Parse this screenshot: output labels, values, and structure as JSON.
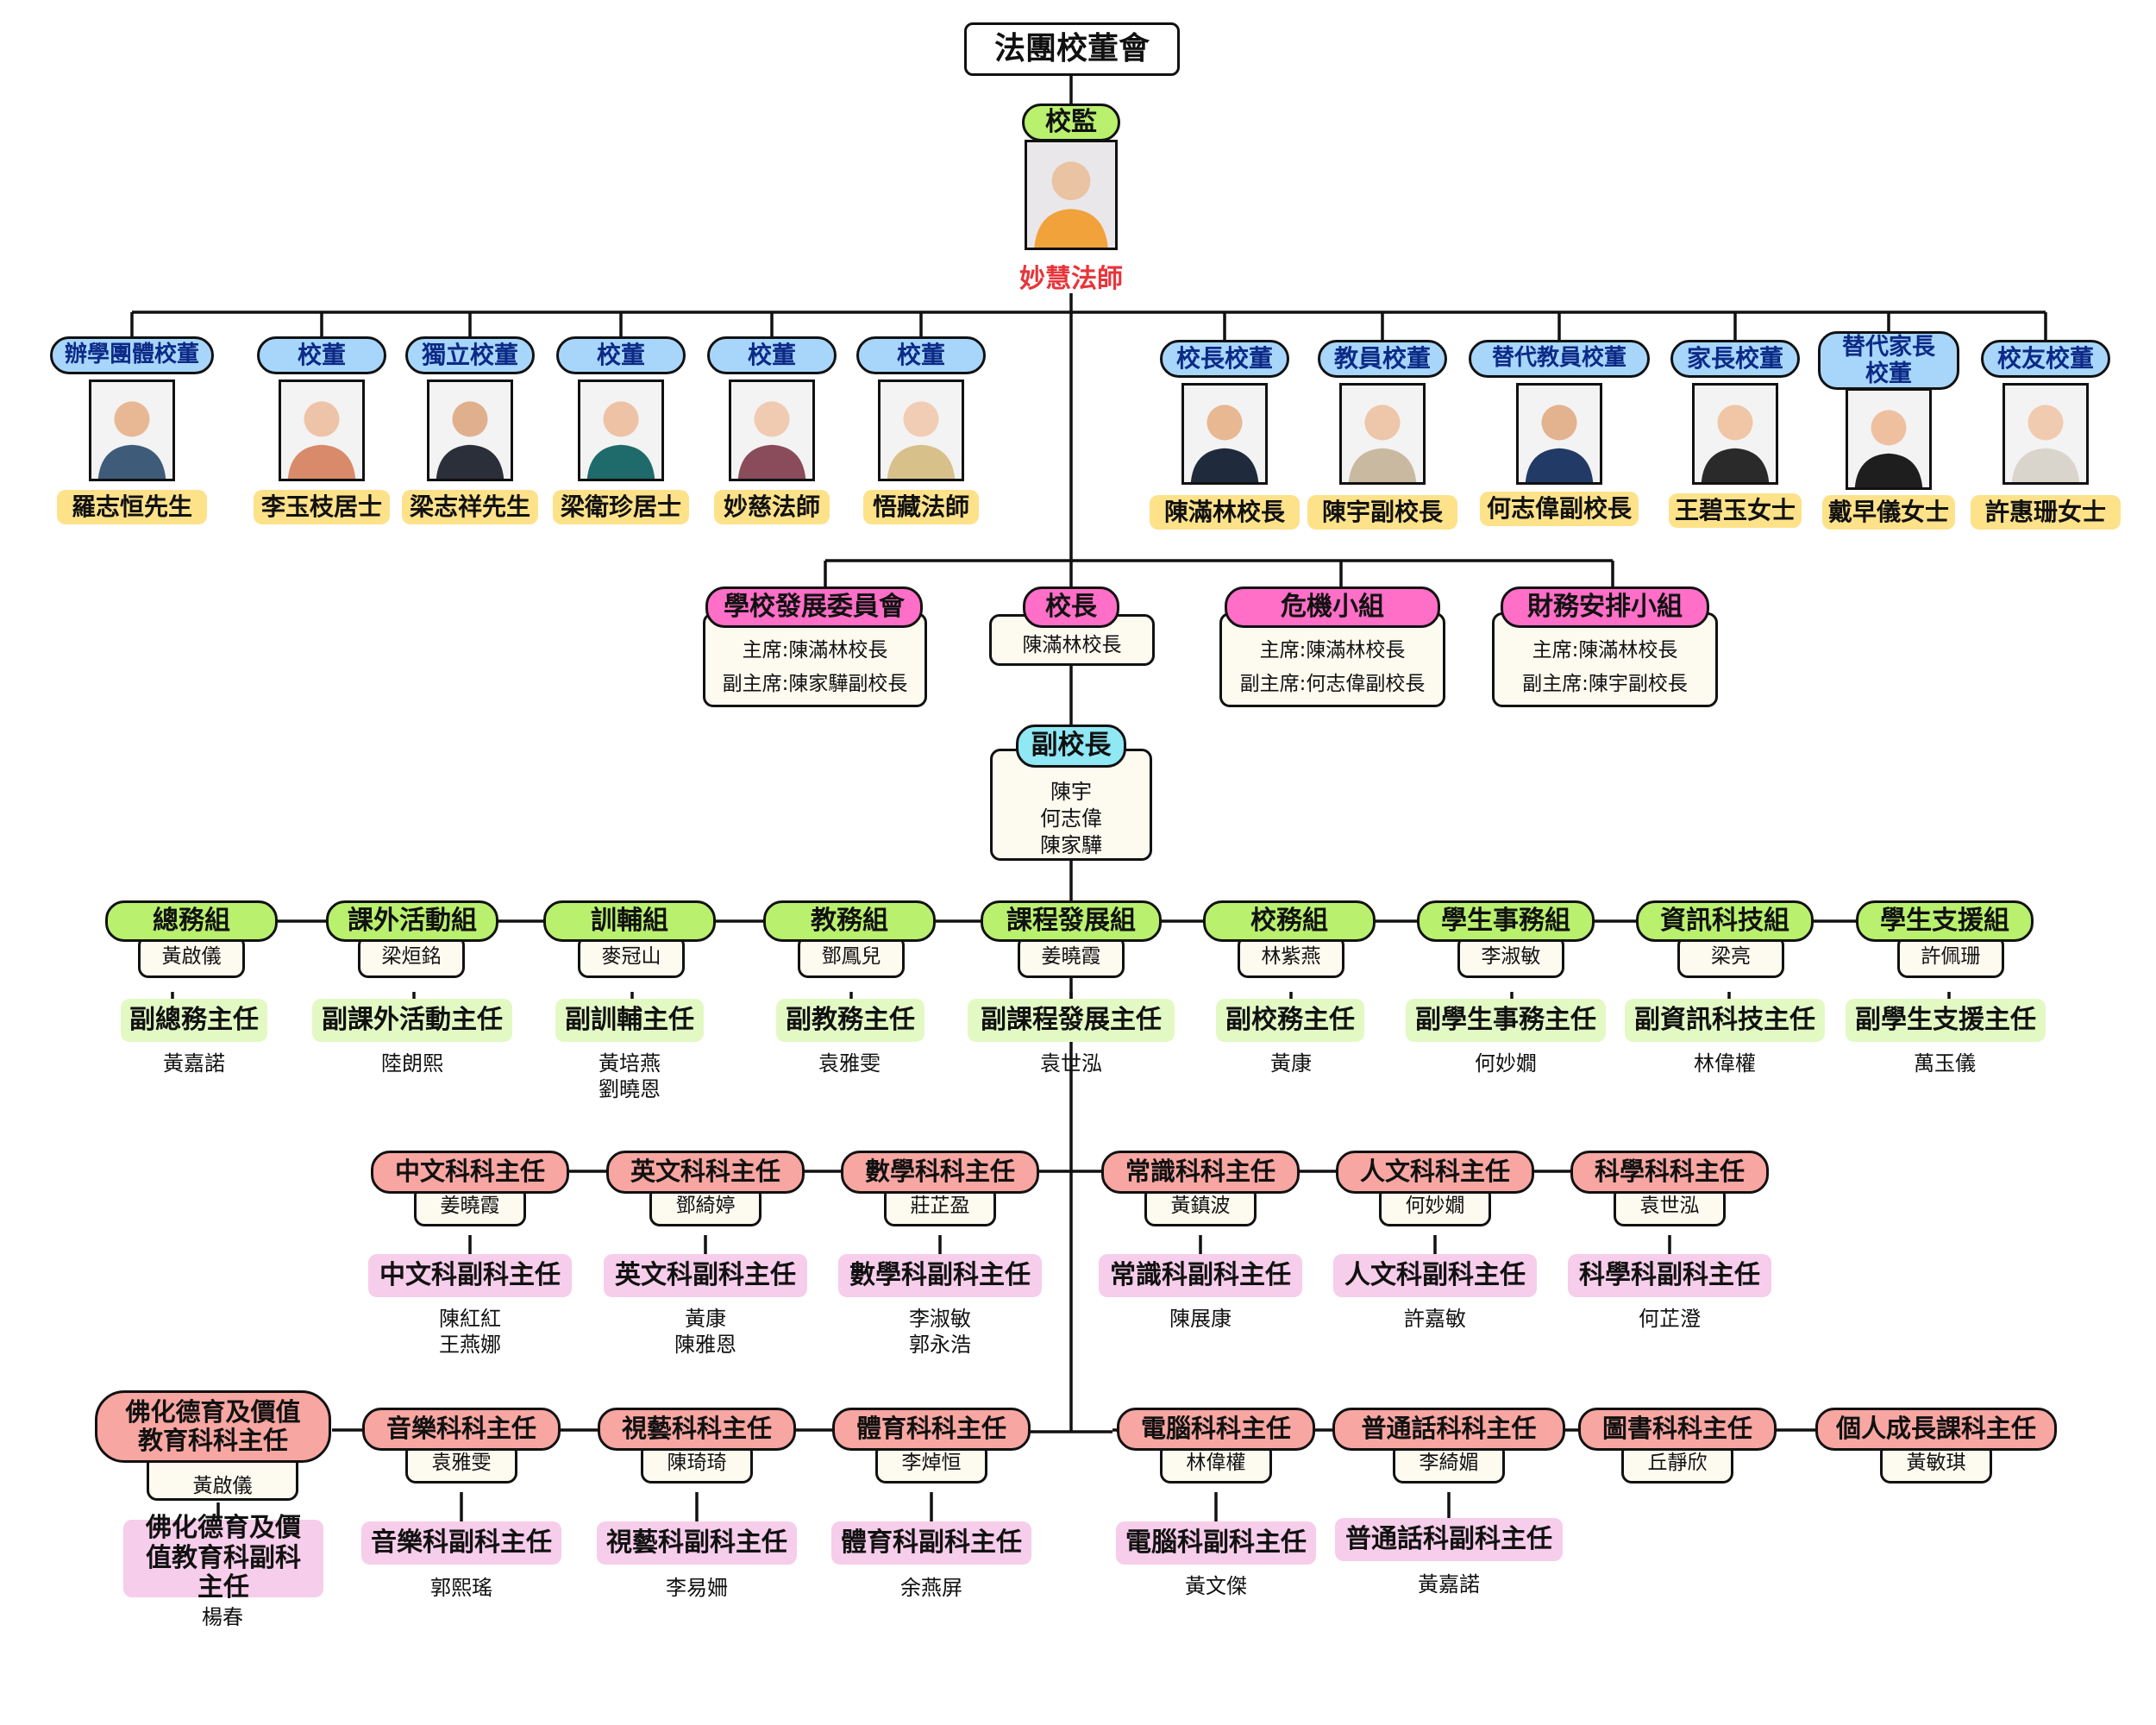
{
  "title": "法團校董會",
  "supervisor": {
    "role": "校監",
    "name": "妙慧法師"
  },
  "directors": [
    {
      "role": "辦學團體校董",
      "name": "羅志恒先生"
    },
    {
      "role": "校董",
      "name": "李玉枝居士"
    },
    {
      "role": "獨立校董",
      "name": "梁志祥先生"
    },
    {
      "role": "校董",
      "name": "梁衛珍居士"
    },
    {
      "role": "校董",
      "name": "妙慈法師"
    },
    {
      "role": "校董",
      "name": "悟藏法師"
    },
    {
      "role": "校長校董",
      "name": "陳滿林校長"
    },
    {
      "role": "教員校董",
      "name": "陳宇副校長"
    },
    {
      "role": "替代教員校董",
      "name": "何志偉副校長"
    },
    {
      "role": "家長校董",
      "name": "王碧玉女士"
    },
    {
      "role": "替代家長校董",
      "name": "戴早儀女士"
    },
    {
      "role": "校友校董",
      "name": "許惠珊女士"
    }
  ],
  "committees": [
    {
      "title": "學校發展委員會",
      "lines": [
        "主席:陳滿林校長",
        "副主席:陳家驊副校長"
      ]
    },
    {
      "title": "校長",
      "lines": [
        "陳滿林校長"
      ]
    },
    {
      "title": "危機小組",
      "lines": [
        "主席:陳滿林校長",
        "副主席:何志偉副校長"
      ]
    },
    {
      "title": "財務安排小組",
      "lines": [
        "主席:陳滿林校長",
        "副主席:陳宇副校長"
      ]
    }
  ],
  "vice_principal": {
    "title": "副校長",
    "names": [
      "陳宇",
      "何志偉",
      "陳家驊"
    ]
  },
  "departments": [
    {
      "name": "總務組",
      "head": "黃啟儀",
      "deputy_title": "副總務主任",
      "deputies": [
        "黃嘉諾"
      ]
    },
    {
      "name": "課外活動組",
      "head": "梁烜銘",
      "deputy_title": "副課外活動主任",
      "deputies": [
        "陸朗熙"
      ]
    },
    {
      "name": "訓輔組",
      "head": "麥冠山",
      "deputy_title": "副訓輔主任",
      "deputies": [
        "黃培燕",
        "劉曉恩"
      ]
    },
    {
      "name": "教務組",
      "head": "鄧鳳兒",
      "deputy_title": "副教務主任",
      "deputies": [
        "袁雅雯"
      ]
    },
    {
      "name": "課程發展組",
      "head": "姜曉霞",
      "deputy_title": "副課程發展主任",
      "deputies": [
        "袁世泓"
      ]
    },
    {
      "name": "校務組",
      "head": "林紫燕",
      "deputy_title": "副校務主任",
      "deputies": [
        "黃康"
      ]
    },
    {
      "name": "學生事務組",
      "head": "李淑敏",
      "deputy_title": "副學生事務主任",
      "deputies": [
        "何妙嫺"
      ]
    },
    {
      "name": "資訊科技組",
      "head": "梁亮",
      "deputy_title": "副資訊科技主任",
      "deputies": [
        "林偉權"
      ]
    },
    {
      "name": "學生支援組",
      "head": "許佩珊",
      "deputy_title": "副學生支援主任",
      "deputies": [
        "萬玉儀"
      ]
    }
  ],
  "subjects_row1": [
    {
      "name": "中文科科主任",
      "head": "姜曉霞",
      "deputy_title": "中文科副科主任",
      "deputies": [
        "陳紅紅",
        "王燕娜"
      ]
    },
    {
      "name": "英文科科主任",
      "head": "鄧綺婷",
      "deputy_title": "英文科副科主任",
      "deputies": [
        "黃康",
        "陳雅恩"
      ]
    },
    {
      "name": "數學科科主任",
      "head": "莊芷盈",
      "deputy_title": "數學科副科主任",
      "deputies": [
        "李淑敏",
        "郭永浩"
      ]
    },
    {
      "name": "常識科科主任",
      "head": "黃鎮波",
      "deputy_title": "常識科副科主任",
      "deputies": [
        "陳展康"
      ]
    },
    {
      "name": "人文科科主任",
      "head": "何妙嫺",
      "deputy_title": "人文科副科主任",
      "deputies": [
        "許嘉敏"
      ]
    },
    {
      "name": "科學科科主任",
      "head": "袁世泓",
      "deputy_title": "科學科副科主任",
      "deputies": [
        "何芷澄"
      ]
    }
  ],
  "subjects_row2": [
    {
      "name": "佛化德育及價值教育科科主任",
      "head": "黃啟儀",
      "deputy_title": "佛化德育及價值教育科副科主任",
      "deputies": [
        "楊春"
      ]
    },
    {
      "name": "音樂科科主任",
      "head": "袁雅雯",
      "deputy_title": "音樂科副科主任",
      "deputies": [
        "郭熙瑤"
      ]
    },
    {
      "name": "視藝科科主任",
      "head": "陳琦琦",
      "deputy_title": "視藝科副科主任",
      "deputies": [
        "李易姍"
      ]
    },
    {
      "name": "體育科科主任",
      "head": "李焯恒",
      "deputy_title": "體育科副科主任",
      "deputies": [
        "余燕屏"
      ]
    },
    {
      "name": "電腦科科主任",
      "head": "林偉權",
      "deputy_title": "電腦科副科主任",
      "deputies": [
        "黃文傑"
      ]
    },
    {
      "name": "普通話科科主任",
      "head": "李綺媚",
      "deputy_title": "普通話科副科主任",
      "deputies": [
        "黃嘉諾"
      ]
    },
    {
      "name": "圖書科科主任",
      "head": "丘靜欣",
      "deputy_title": "",
      "deputies": []
    },
    {
      "name": "個人成長課科主任",
      "head": "黃敏琪",
      "deputy_title": "",
      "deputies": []
    }
  ]
}
